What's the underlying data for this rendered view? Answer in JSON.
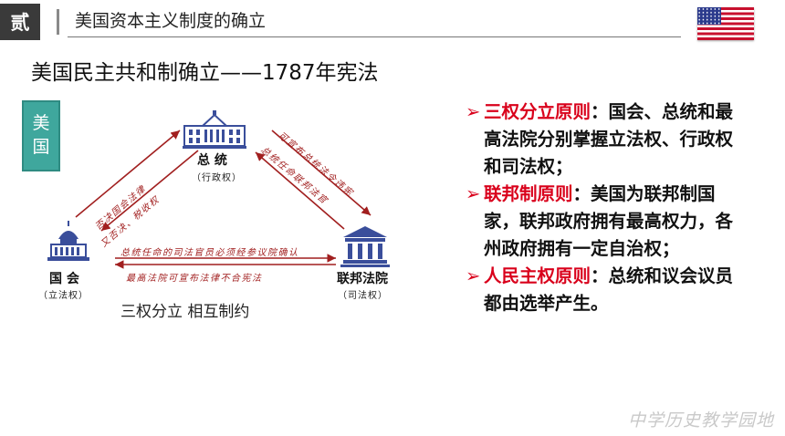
{
  "header": {
    "badge": "贰",
    "title": "美国资本主义制度的确立"
  },
  "subtitle": "美国民主共和制确立——1787年宪法",
  "side_label": [
    "美",
    "国"
  ],
  "diagram": {
    "president": {
      "name": "总  统",
      "role": "（行政权）"
    },
    "congress": {
      "name": "国  会",
      "role": "（立法权）"
    },
    "court": {
      "name": "联邦法院",
      "role": "（司法权）"
    },
    "arrows": {
      "congress_to_president_1": "否决国会法律",
      "congress_to_president_2": "又否决、税收权",
      "president_to_court_1": "可宣布总统法令违宪",
      "president_to_court_2": "总统任命联邦法官",
      "bottom_top": "总统任命的司法官员必须经参议院确认",
      "bottom_bottom": "最高法院可宣布法律不合宪法"
    },
    "caption": "三权分立    相互制约"
  },
  "principles": [
    {
      "name": "三权分立原则",
      "text": "：国会、总统和最高法院分别掌握立法权、行政权和司法权；"
    },
    {
      "name": "联邦制原则",
      "text": "：美国为联邦制国家，联邦政府拥有最高权力，各州政府拥有一定自治权；"
    },
    {
      "name": "人民主权原则",
      "text": "：总统和议会议员都由选举产生。"
    }
  ],
  "watermark": "中学历史教学园地",
  "colors": {
    "accent_red": "#d9001b",
    "teal": "#3fa79d",
    "arrow_red": "#a11f1f",
    "badge_bg": "#3a3a3a"
  }
}
